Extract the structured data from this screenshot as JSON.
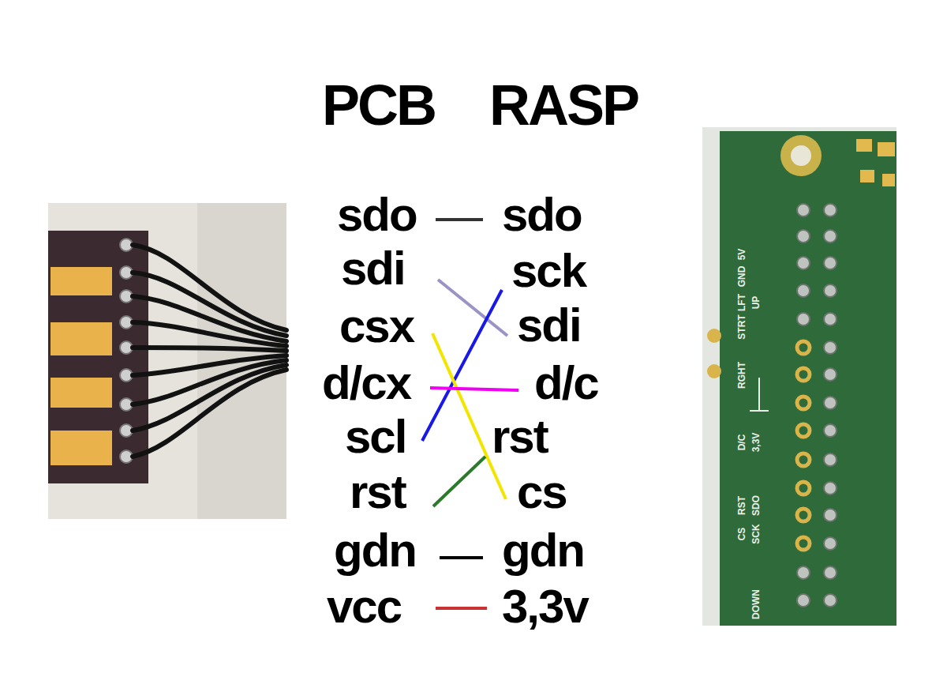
{
  "diagram": {
    "labels": [
      "PCB",
      "RASP",
      "sdo",
      "sdi",
      "csx",
      "d/cx",
      "scl",
      "rst",
      "gdn",
      "vcc",
      "sdo",
      "sck",
      "sdi",
      "d/c",
      "rst",
      "cs",
      "gdn",
      "3,3v",
      "5V",
      "GND",
      "LFT",
      "UP",
      "STRT",
      "RGHT",
      "D/C",
      "3,3V",
      "RST",
      "SDO",
      "CS",
      "SCK",
      "DOWN"
    ]
  }
}
